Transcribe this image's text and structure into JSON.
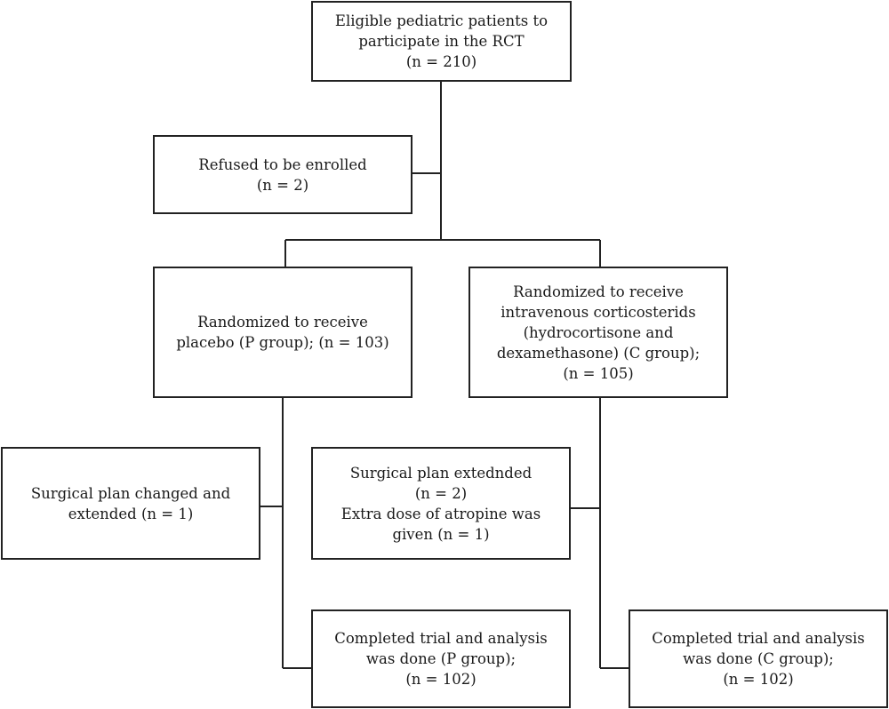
{
  "diagram": {
    "eligible": [
      "Eligible pediatric patients to",
      "participate in the RCT",
      "(n = 210)"
    ],
    "refused": [
      "Refused to be enrolled",
      "(n = 2)"
    ],
    "placebo": [
      "Randomized to receive",
      "placebo (P group); (n = 103)"
    ],
    "corticosteroid": [
      "Randomized to receive",
      "intravenous corticosterids",
      "(hydrocortisone and",
      "dexamethasone) (C group);",
      "(n = 105)"
    ],
    "p_excluded": [
      "Surgical plan changed and",
      "extended (n = 1)"
    ],
    "c_excluded": [
      "Surgical plan extednded",
      "(n = 2)",
      "Extra dose of atropine was",
      "given (n = 1)"
    ],
    "p_completed": [
      "Completed trial and analysis",
      "was done (P group);",
      "(n = 102)"
    ],
    "c_completed": [
      "Completed trial and analysis",
      "was done (C group);",
      "(n = 102)"
    ]
  }
}
